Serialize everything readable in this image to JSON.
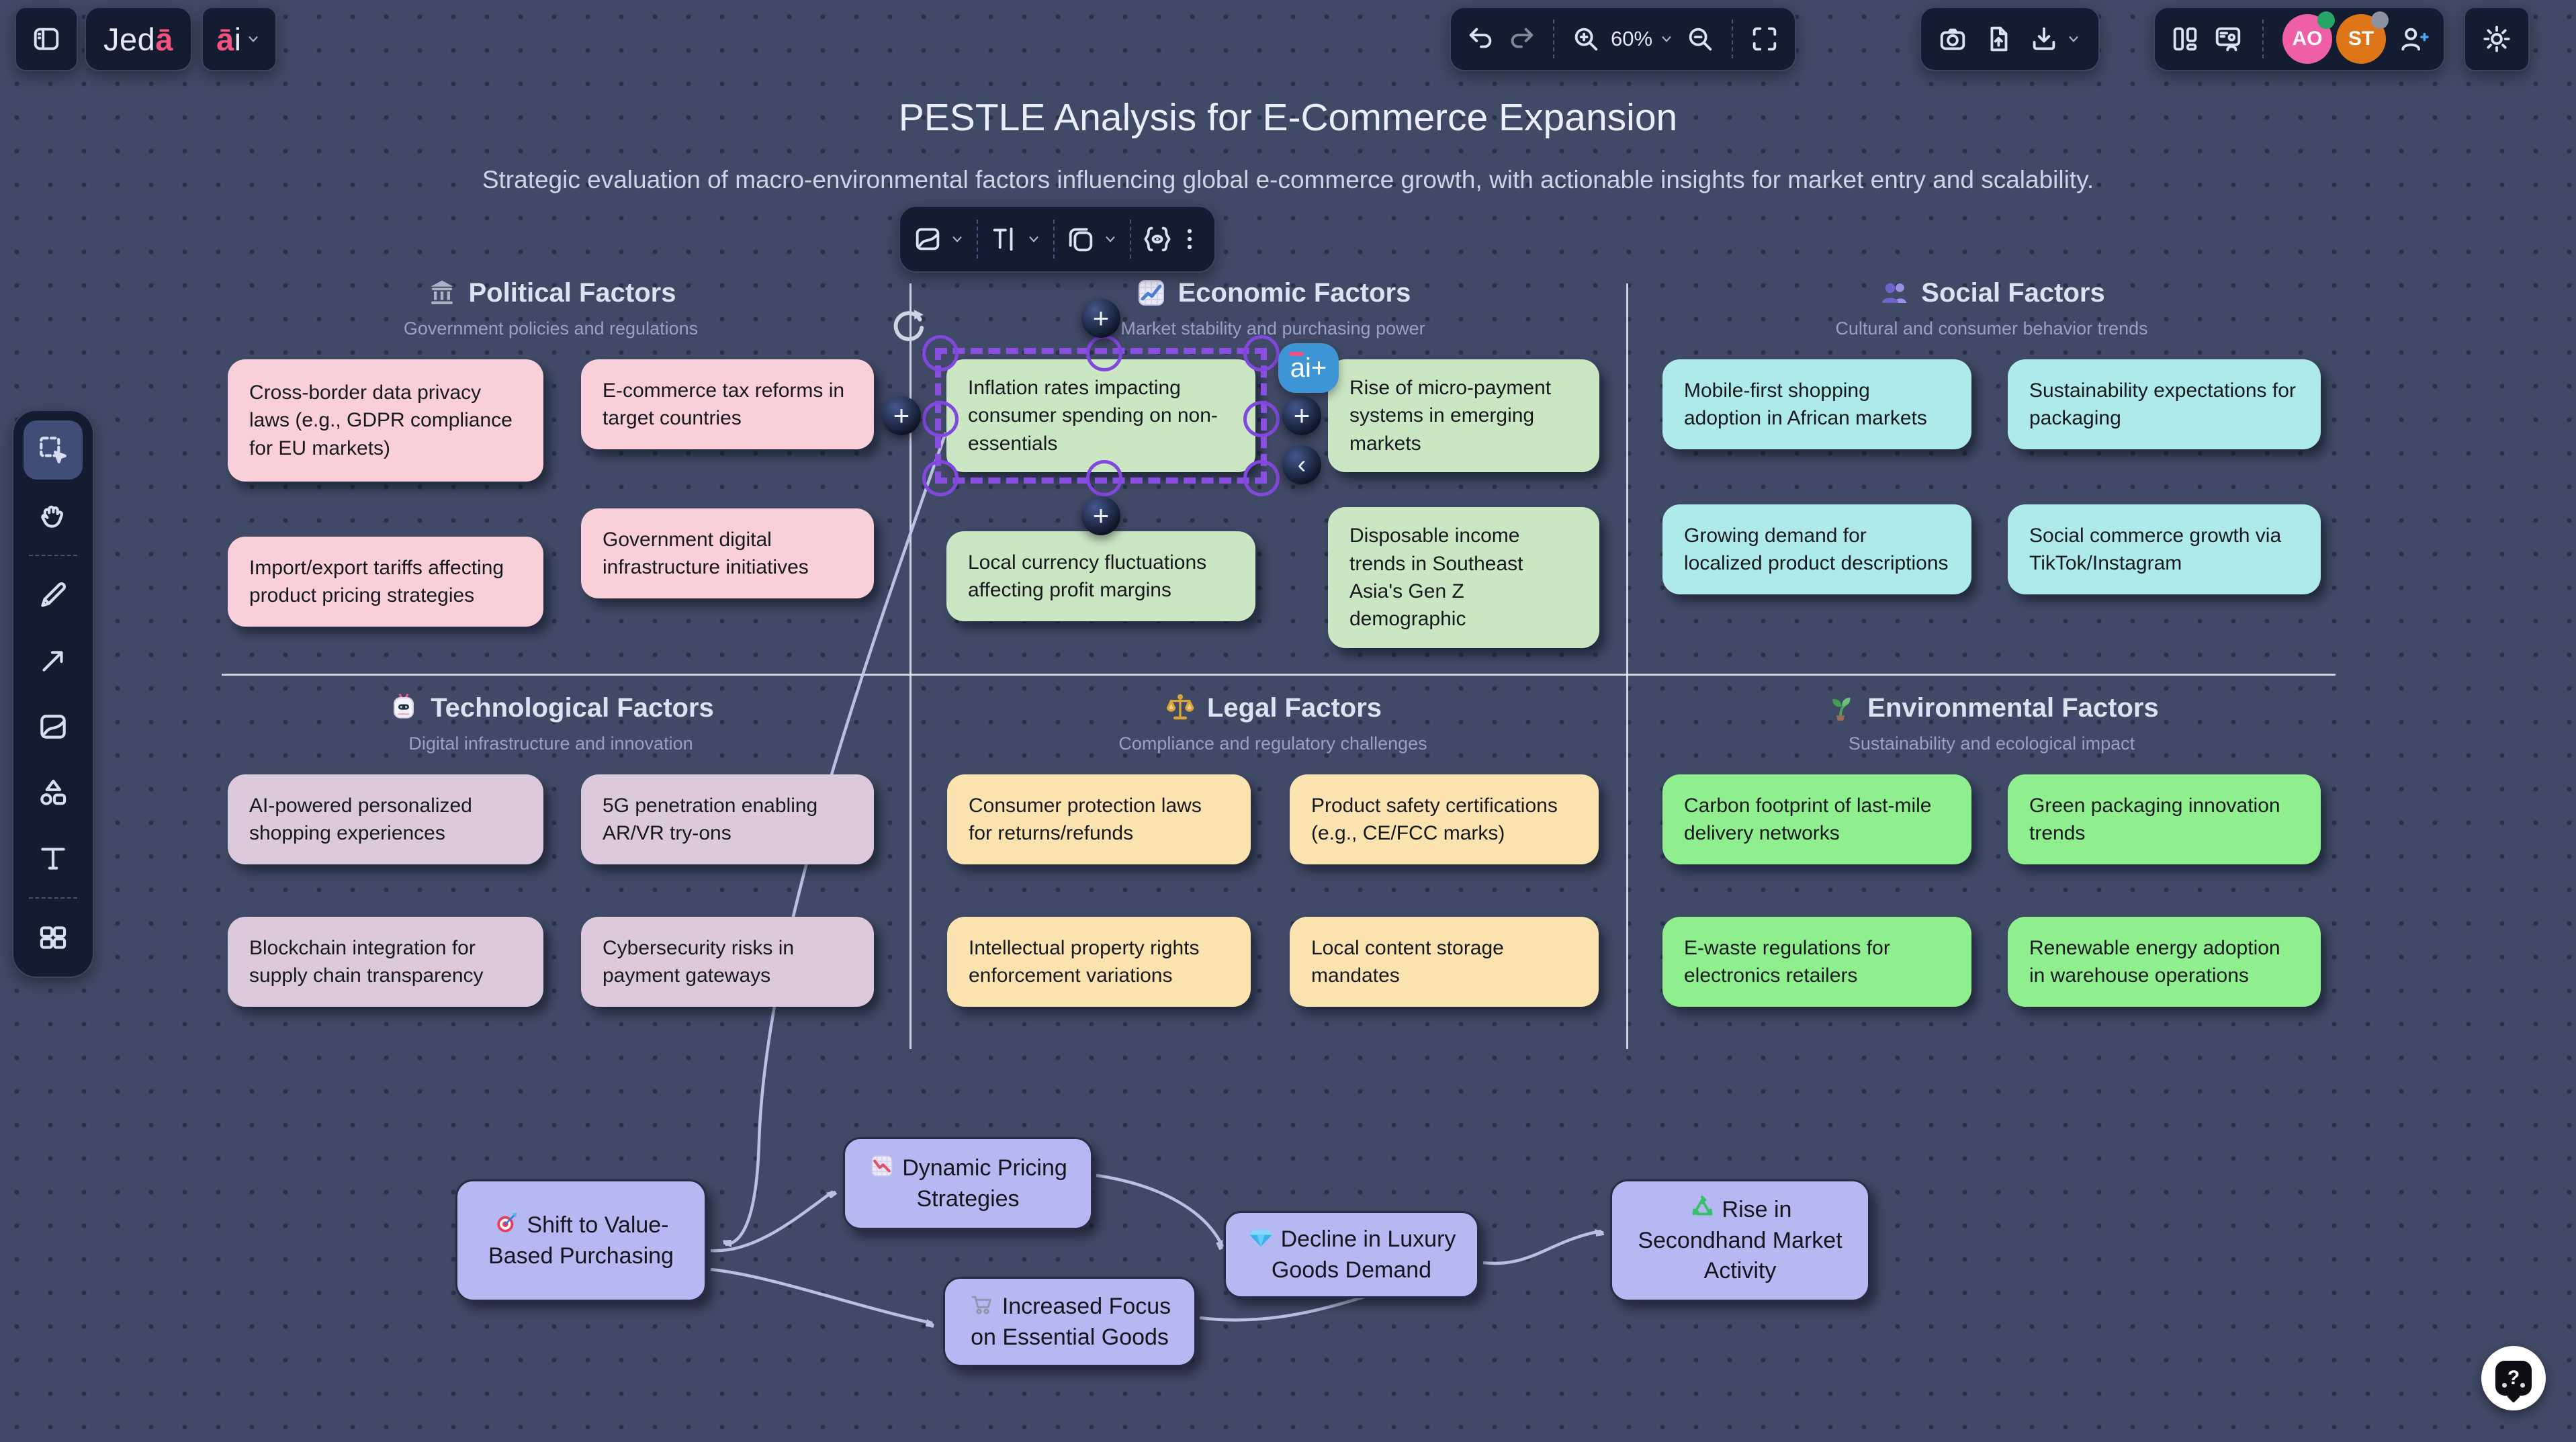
{
  "topbar": {
    "logo": {
      "primary": "Jed",
      "accent": "ā"
    },
    "ai_menu": {
      "accent": "ā",
      "rest": "i"
    },
    "zoom_level": "60%",
    "avatars": [
      {
        "initials": "AO",
        "color": "#ef5fa7",
        "status_color": "#27a567"
      },
      {
        "initials": "ST",
        "color": "#df7519",
        "status_color": "#8d939e"
      }
    ]
  },
  "header": {
    "title": "PESTLE Analysis for E-Commerce Expansion",
    "subtitle": "Strategic evaluation of macro-environmental factors influencing global e-commerce growth, with actionable insights for market entry and scalability."
  },
  "selection": {
    "ai_badge_label": "ai+",
    "plus_label": "+",
    "collapse_label": "‹"
  },
  "sections": [
    {
      "id": "political",
      "icon": "bank-icon",
      "title": "Political Factors",
      "subtitle": "Government policies and regulations",
      "note_color": "#f9cfda",
      "notes": [
        "Cross-border data privacy laws (e.g., GDPR compliance for EU markets)",
        "E-commerce tax reforms in target countries",
        "Import/export tariffs affecting product pricing strategies",
        "Government digital infrastructure initiatives"
      ]
    },
    {
      "id": "economic",
      "icon": "chart-up-icon",
      "title": "Economic Factors",
      "subtitle": "Market stability and purchasing power",
      "note_color": "#cbe6c3",
      "notes": [
        "Inflation rates impacting consumer spending on non-essentials",
        "Rise of micro-payment systems in emerging markets",
        "Local currency fluctuations affecting profit margins",
        "Disposable income trends in Southeast Asia's Gen Z demographic"
      ]
    },
    {
      "id": "social",
      "icon": "people-icon",
      "title": "Social Factors",
      "subtitle": "Cultural and consumer behavior trends",
      "note_color": "#aeeaea",
      "notes": [
        "Mobile-first shopping adoption in African markets",
        "Sustainability expectations for packaging",
        "Growing demand for localized product descriptions",
        "Social commerce growth via TikTok/Instagram"
      ]
    },
    {
      "id": "technological",
      "icon": "robot-icon",
      "title": "Technological Factors",
      "subtitle": "Digital infrastructure and innovation",
      "note_color": "#ddc9dc",
      "notes": [
        "AI-powered personalized shopping experiences",
        "5G penetration enabling AR/VR try-ons",
        "Blockchain integration for supply chain transparency",
        "Cybersecurity risks in payment gateways"
      ]
    },
    {
      "id": "legal",
      "icon": "scales-icon",
      "title": "Legal Factors",
      "subtitle": "Compliance and regulatory challenges",
      "note_color": "#fbe3af",
      "notes": [
        "Consumer protection laws for returns/refunds",
        "Product safety certifications (e.g., CE/FCC marks)",
        "Intellectual property rights enforcement variations",
        "Local content storage mandates"
      ]
    },
    {
      "id": "environmental",
      "icon": "seedling-icon",
      "title": "Environmental Factors",
      "subtitle": "Sustainability and ecological impact",
      "note_color": "#8fee8e",
      "notes": [
        "Carbon footprint of last-mile delivery networks",
        "Green packaging innovation trends",
        "E-waste regulations for electronics retailers",
        "Renewable energy adoption in warehouse operations"
      ]
    }
  ],
  "flowchart": {
    "node_color": "#b6b8f2",
    "nodes": [
      {
        "id": "shift",
        "icon": "target-icon",
        "label": "Shift to Value-Based Purchasing"
      },
      {
        "id": "dynamic",
        "icon": "chart-down-icon",
        "label": "Dynamic Pricing Strategies"
      },
      {
        "id": "essential",
        "icon": "cart-icon",
        "label": "Increased Focus on Essential Goods"
      },
      {
        "id": "luxury",
        "icon": "gem-icon",
        "label": "Decline in Luxury Goods Demand"
      },
      {
        "id": "secondhand",
        "icon": "recycle-icon",
        "label": "Rise in Secondhand Market Activity"
      }
    ]
  },
  "help": {
    "label": "?"
  }
}
